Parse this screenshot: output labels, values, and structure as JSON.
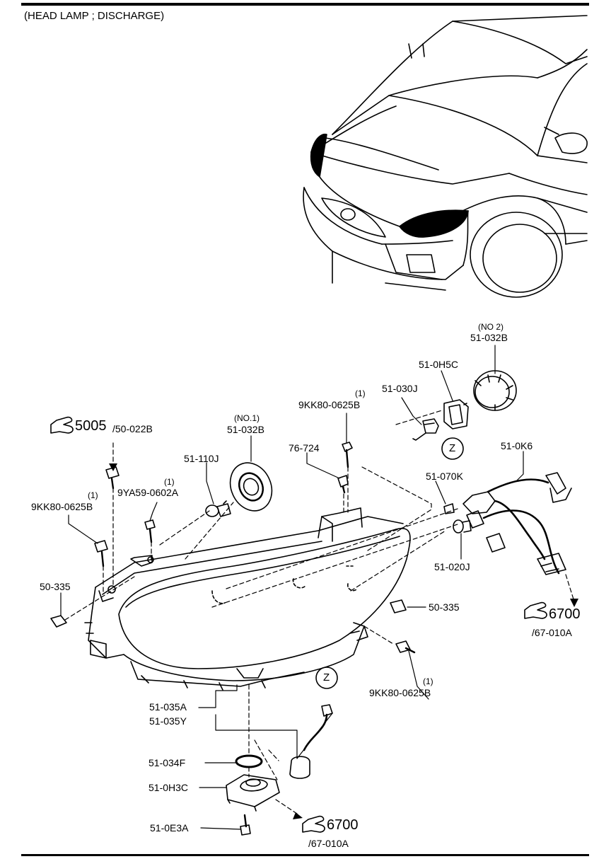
{
  "title": "(HEAD LAMP ; DISCHARGE)",
  "refs": {
    "r5005_main": "5005",
    "r5005_sub": "/50-022B",
    "r6700a_main": "6700",
    "r6700a_sub": "/67-010A",
    "r6700b_main": "6700",
    "r6700b_sub": "/67-010A"
  },
  "parts": {
    "p51032b_no2_qty": "(NO 2)",
    "p51032b_no2": "51-032B",
    "p510h5c": "51-0H5C",
    "p51030j": "51-030J",
    "p9kk_top_qty": "(1)",
    "p9kk_top": "9KK80-0625B",
    "p51032b_no1_qty": "(NO.1)",
    "p51032b_no1": "51-032B",
    "p76724": "76-724",
    "p510k6": "51-0K6",
    "p51110j": "51-110J",
    "p9ya_qty": "(1)",
    "p9ya": "9YA59-0602A",
    "p9kk_left_qty": "(1)",
    "p9kk_left": "9KK80-0625B",
    "p51070k": "51-070K",
    "p51020j": "51-020J",
    "p50335_left": "50-335",
    "p50335_right": "50-335",
    "p9kk_right_qty": "(1)",
    "p9kk_right": "9KK80-0625B",
    "p51035a": "51-035A",
    "p51035y": "51-035Y",
    "p51034f": "51-034F",
    "p510h3c": "51-0H3C",
    "p510e3a": "51-0E3A"
  },
  "markers": {
    "z_upper": "Z",
    "z_lower": "Z"
  }
}
